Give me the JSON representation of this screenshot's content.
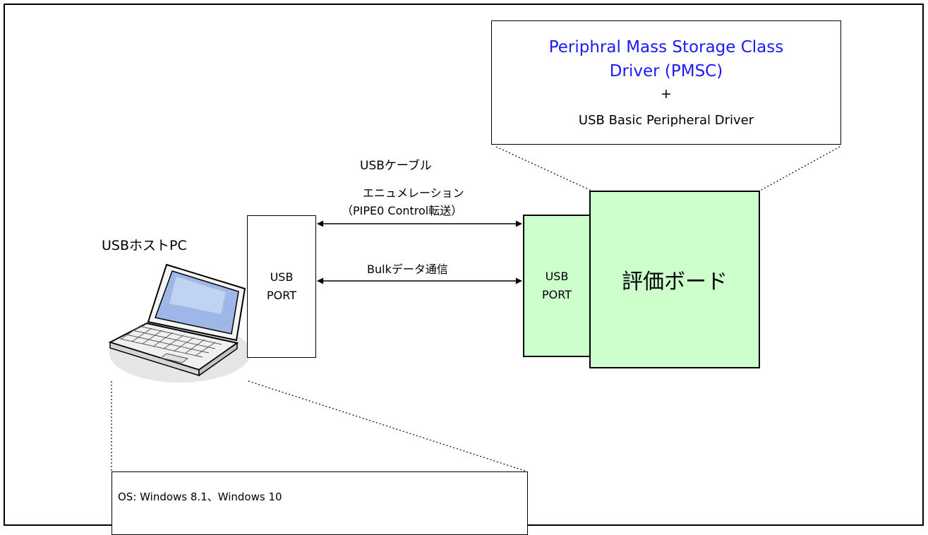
{
  "pmsc": {
    "title_line1": "Periphral Mass Storage Class",
    "title_line2": "Driver (PMSC)",
    "plus": "+",
    "basic_driver": "USB Basic Peripheral Driver"
  },
  "cable_label": "USBケーブル",
  "arrows": {
    "enumeration_line1": "エニュメレーション",
    "enumeration_line2": "（PIPE0 Control転送）",
    "bulk": "Bulkデータ通信"
  },
  "host": {
    "label": "USBホストPC",
    "port_line1": "USB",
    "port_line2": "PORT",
    "os": "OS: Windows 8.1、Windows 10"
  },
  "board": {
    "label": "評価ボード",
    "port_line1": "USB",
    "port_line2": "PORT",
    "fill_color": "#ccffcc"
  },
  "colors": {
    "pmsc_title": "#1a1aff"
  },
  "icons": [
    "laptop-icon"
  ]
}
